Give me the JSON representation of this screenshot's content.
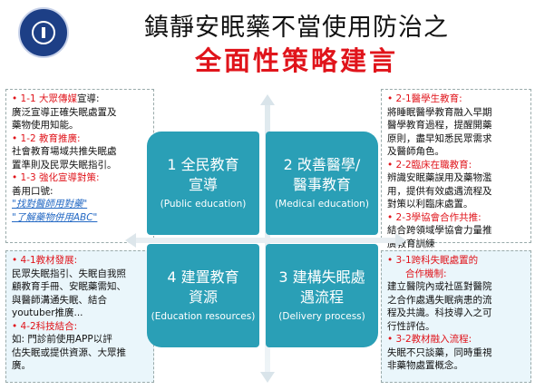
{
  "header": {
    "title_line1": "鎮靜安眠藥不當使用防治之",
    "title_line2": "全面性策略建言"
  },
  "colors": {
    "tile": "#2a9fb6",
    "accent_red": "#e0141b",
    "accent_blue": "#2469c4"
  },
  "tiles": [
    {
      "num_title": "1 全民教育",
      "title2": "宣導",
      "en": "(Public education)"
    },
    {
      "num_title": "2 改善醫學/",
      "title2": "醫事教育",
      "en": "(Medical education)"
    },
    {
      "num_title": "4 建置教育",
      "title2": "資源",
      "en": "(Education resources)"
    },
    {
      "num_title": "3 建構失眠處",
      "title2": "遇流程",
      "en": "(Delivery process)"
    }
  ],
  "panel_top_left": {
    "b1_head": "• 1-1 大眾傳媒",
    "b1_tail": "宣導:",
    "b1_l2": "廣泛宣導正確失眠處置及",
    "b1_l3": "藥物使用知能。",
    "b2_head": "• 1-2 教育推廣:",
    "b2_l2": "社會教育場域共推失眠處",
    "b2_l3": "置準則及民眾失眠指引。",
    "b3_head": "• 1-3 強化宣導對策:",
    "b3_l2": "善用口號:",
    "s1": "\"找對醫師用對藥\"",
    "s2": "\"了解藥物併用ABC\""
  },
  "panel_top_right": {
    "b1_head": "• 2-1醫學生教育:",
    "b1_l2": "將睡眠醫學教育融入早期",
    "b1_l3": "醫學教育過程，提醒開藥",
    "b1_l4": "原則，盡早知悉民眾需求",
    "b1_l5": "及醫師角色。",
    "b2_head": "• 2-2臨床在職教育:",
    "b2_l2": "辨識安眠藥誤用及藥物濫",
    "b2_l3": "用，提供有效處遇流程及",
    "b2_l4": "對策以利臨床處置。",
    "b3_head": "• 2-3學協會合作共推:",
    "b3_l2": "結合跨領域學協會力量推",
    "b3_l3": "廣教育訓練"
  },
  "panel_bottom_left": {
    "b1_head": "• 4-1教材發展:",
    "b1_l2": "民眾失眠指引、失眠自我照",
    "b1_l3": "顧教育手冊、安眠藥需知、",
    "b1_l4": "與醫師溝通失眠、結合",
    "b1_l5": "youtuber推廣...",
    "b2_head": "• 4-2科技結合:",
    "b2_l2": "如: 門診前使用APP以評",
    "b2_l3": "估失眠或提供資源、大眾推",
    "b2_l4": "廣。"
  },
  "panel_bottom_right": {
    "b1_head": "• 3-1跨科失眠處置的",
    "b1_l2": "合作機制:",
    "b1_l3": "建立醫院內或社區對醫院",
    "b1_l4": "之合作處遇失眠病患的流",
    "b1_l5": "程及共識。科技導入之可",
    "b1_l6": "行性評估。",
    "b2_head": "• 3-2教材融入流程:",
    "b2_l2": "失眠不只談藥，同時重視",
    "b2_l3": "非藥物處置概念。"
  }
}
